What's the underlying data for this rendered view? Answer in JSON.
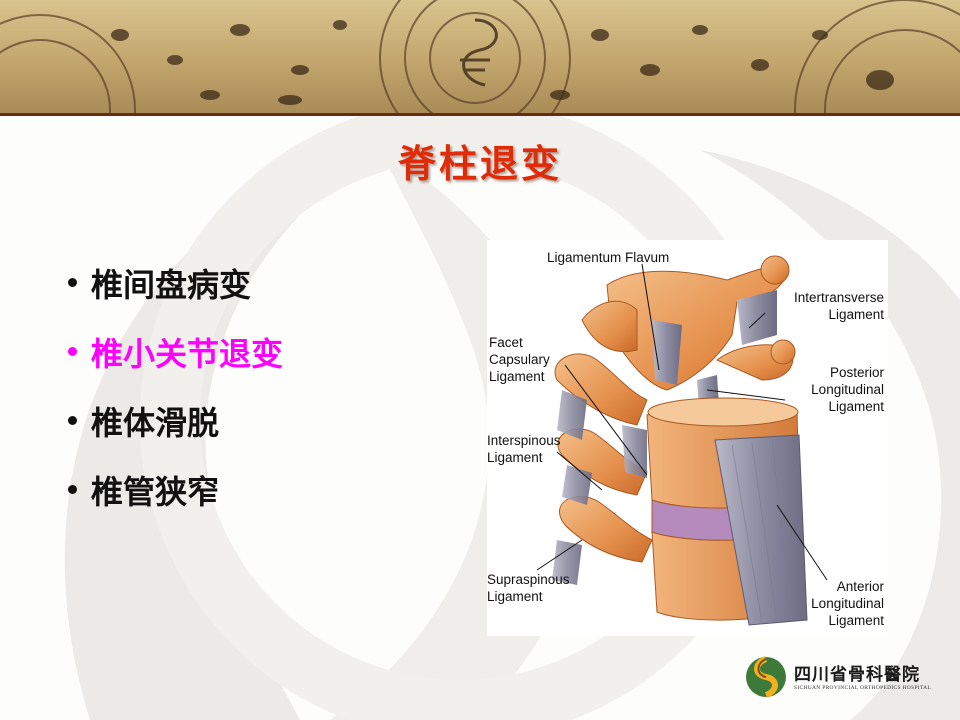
{
  "slide": {
    "title": "脊柱退变",
    "bullets": [
      {
        "text": "椎间盘病变",
        "active": false
      },
      {
        "text": "椎小关节退变",
        "active": true
      },
      {
        "text": "椎体滑脱",
        "active": false
      },
      {
        "text": "椎管狭窄",
        "active": false
      }
    ]
  },
  "figure": {
    "labels": {
      "ligamentum_flavum": "Ligamentum Flavum",
      "intertransverse": "Intertransverse\nLigament",
      "facet_capsulary": "Facet\nCapsulary\nLigament",
      "posterior_longitudinal": "Posterior\nLongitudinal\nLigament",
      "interspinous": "Interspinous\nLigament",
      "supraspinous": "Supraspinous\nLigament",
      "anterior_longitudinal": "Anterior\nLongitudinal\nLigament"
    }
  },
  "logo": {
    "name": "四川省骨科醫院",
    "subtitle": "SICHUAN PROVINCIAL ORTHOPEDICS HOSPITAL"
  },
  "colors": {
    "title": "#e02b08",
    "active_bullet": "#ff00ff",
    "bullet": "#111111",
    "banner": "#c9b07a",
    "bone": "#e59a5a",
    "ligament": "#9a98ab"
  }
}
